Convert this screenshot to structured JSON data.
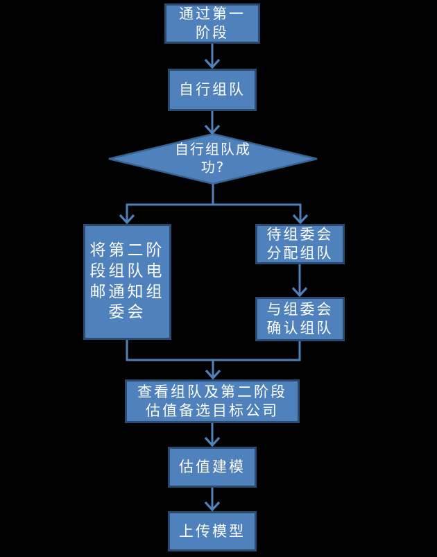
{
  "colors": {
    "background": "#000000",
    "node_fill": "#4f81bd",
    "node_border": "#2a4a70",
    "diamond_border": "#36638f",
    "arrow": "#4f81bd",
    "text": "#ffffff"
  },
  "flowchart": {
    "nodes": {
      "pass_stage1": "通过第一\n阶段",
      "self_team": "自行组队",
      "decision": "自行组队成\n功?",
      "email_committee": "将第二阶\n段组队电\n邮通知组\n委会",
      "wait_assignment": "待组委会\n分配组队",
      "confirm_team": "与组委会\n确认组队",
      "view_targets": "查看组队及第二阶段\n估值备选目标公司",
      "valuation_modeling": "估值建模",
      "upload_model": "上传模型"
    }
  }
}
